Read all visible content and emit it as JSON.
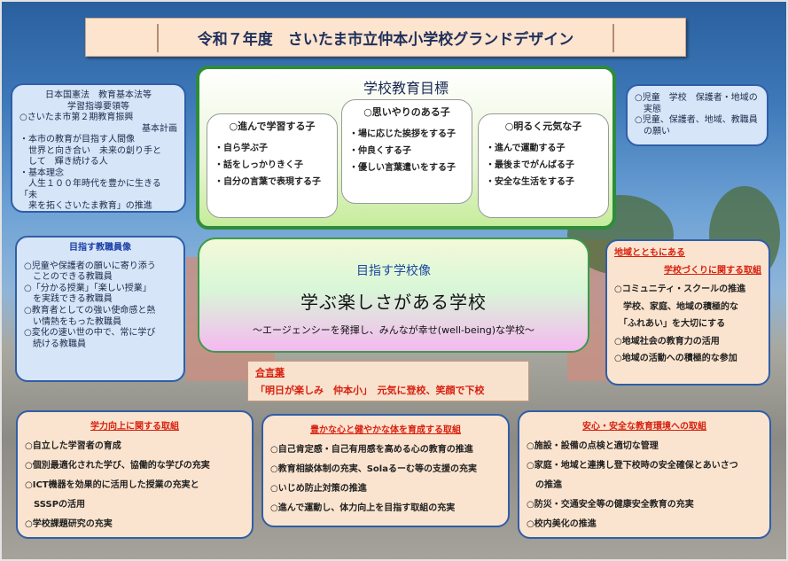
{
  "title": "令和７年度　さいたま市立仲本小学校グランドデザイン",
  "left_top": [
    "日本国憲法　教育基本法等",
    "学習指導要領等",
    "○さいたま市第２期教育振興",
    "基本計画",
    "・本市の教育が目指す人間像",
    "　世界と向き合い　未来の創り手と",
    "　して　輝き続ける人",
    "・基本理念",
    "　人生１００年時代を豊かに生きる「未",
    "　来を拓くさいたま教育」の推進"
  ],
  "right_top": [
    "○児童　学校　保護者・地域の",
    "　実態",
    "○児童、保護者、地域、教職員",
    "　の願い"
  ],
  "goal": {
    "heading": "学校教育目標",
    "col1": {
      "heading": "○進んで学習する子",
      "items": [
        "・自ら学ぶ子",
        "・話をしっかりきく子",
        "・自分の言葉で表現する子"
      ]
    },
    "col2": {
      "heading": "○思いやりのある子",
      "items": [
        "・場に応じた挨拶をする子",
        "・仲良くする子",
        "・優しい言葉遣いをする子"
      ]
    },
    "col3": {
      "heading": "○明るく元気な子",
      "items": [
        "・進んで運動する子",
        "・最後までがんばる子",
        "・安全な生活をする子"
      ]
    }
  },
  "school": {
    "heading": "目指す学校像",
    "main": "学ぶ楽しさがある学校",
    "sub": "～エージェンシーを発揮し、みんなが幸せ(well-being)な学校～"
  },
  "teacher": {
    "heading": "目指す教職員像",
    "lines": [
      "○児童や保護者の願いに寄り添う",
      "　ことのできる教職員",
      "○「分かる授業」「楽しい授業」",
      "　を実践できる教職員",
      "○教育者としての強い使命感と熱",
      "　い情熱をもった教職員",
      "○変化の速い世の中で、常に学び",
      "　続ける教職員"
    ]
  },
  "community": {
    "heading1": "地域とともにある",
    "heading2": "学校づくりに関する取組",
    "lines": [
      "○コミュニティ・スクールの推進",
      "　学校、家庭、地域の積極的な",
      "　「ふれあい」を大切にする",
      "○地域社会の教育力の活用",
      "○地域の活動への積極的な参加"
    ]
  },
  "motto": {
    "heading": "合言葉",
    "text": "「明日が楽しみ　仲本小」　元気に登校、笑顔で下校"
  },
  "academic": {
    "heading": "学力向上に関する取組",
    "lines": [
      "○自立した学習者の育成",
      "○個別最適化された学び、協働的な学びの充実",
      "○ICT機器を効果的に活用した授業の充実と",
      "　SSSPの活用",
      "○学校課題研究の充実"
    ]
  },
  "heart": {
    "heading": "豊かな心と健やかな体を育成する取組",
    "lines": [
      "○自己肯定感・自己有用感を高める心の教育の推進",
      "○教育相談体制の充実、Solaるーむ等の支援の充実",
      "○いじめ防止対策の推進",
      "○進んで運動し、体力向上を目指す取組の充実"
    ]
  },
  "safety": {
    "heading": "安心・安全な教育環境への取組",
    "lines": [
      "○施設・設備の点検と適切な管理",
      "○家庭・地域と連携し登下校時の安全確保とあいさつ",
      "　の推進",
      "○防災・交通安全等の健康安全教育の充実",
      "○校内美化の推進"
    ]
  }
}
